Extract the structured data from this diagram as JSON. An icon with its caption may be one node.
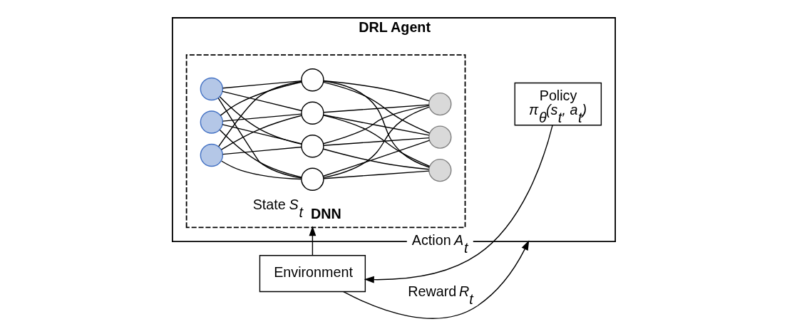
{
  "diagram": {
    "nodes": [
      {
        "text": [
          "DRL Agent"
        ]
      },
      {
        "text": [
          "DNN"
        ],
        "in": 0
      },
      {
        "text": [],
        "shape": "circle",
        "in": 1
      },
      {
        "text": [],
        "shape": "circle",
        "in": 1
      },
      {
        "text": [],
        "shape": "circle",
        "in": 1
      },
      {
        "text": [],
        "shape": "circle",
        "in": 1
      },
      {
        "text": [],
        "shape": "circle",
        "in": 1
      },
      {
        "text": [],
        "shape": "circle",
        "in": 1
      },
      {
        "text": [],
        "shape": "circle",
        "in": 1
      },
      {
        "text": [],
        "shape": "circle",
        "in": 1
      },
      {
        "text": [],
        "shape": "circle",
        "in": 1
      },
      {
        "text": [],
        "shape": "circle",
        "in": 1
      },
      {
        "text": [
          "Policy",
          "*π$_{θ}$(s$_{t}$, a$_{t}$)*"
        ],
        "in": 0
      },
      {
        "text": [
          "Environment"
        ]
      }
    ],
    "edges": [
      {
        "from": 13,
        "to": 1,
        "arrow": "to",
        "label": "State *S$_{t}$*"
      },
      {
        "from": 12,
        "to": 13,
        "arrow": "to",
        "label": "Action *A$_{t}$*"
      },
      {
        "from": 13,
        "to": 0,
        "arrow": "to",
        "label": "Reward *R$_{t}$*"
      },
      {
        "from": 2,
        "to": 5,
        "arrow": "none"
      },
      {
        "from": 2,
        "to": 6,
        "arrow": "none"
      },
      {
        "from": 2,
        "to": 7,
        "arrow": "none"
      },
      {
        "from": 2,
        "to": 8,
        "arrow": "none"
      },
      {
        "from": 3,
        "to": 5,
        "arrow": "none"
      },
      {
        "from": 3,
        "to": 6,
        "arrow": "none"
      },
      {
        "from": 3,
        "to": 7,
        "arrow": "none"
      },
      {
        "from": 3,
        "to": 8,
        "arrow": "none"
      },
      {
        "from": 4,
        "to": 5,
        "arrow": "none"
      },
      {
        "from": 4,
        "to": 6,
        "arrow": "none"
      },
      {
        "from": 4,
        "to": 7,
        "arrow": "none"
      },
      {
        "from": 4,
        "to": 8,
        "arrow": "none"
      },
      {
        "from": 5,
        "to": 9,
        "arrow": "none"
      },
      {
        "from": 5,
        "to": 10,
        "arrow": "none"
      },
      {
        "from": 5,
        "to": 11,
        "arrow": "none"
      },
      {
        "from": 6,
        "to": 9,
        "arrow": "none"
      },
      {
        "from": 6,
        "to": 10,
        "arrow": "none"
      },
      {
        "from": 6,
        "to": 11,
        "arrow": "none"
      },
      {
        "from": 7,
        "to": 9,
        "arrow": "none"
      },
      {
        "from": 7,
        "to": 10,
        "arrow": "none"
      },
      {
        "from": 7,
        "to": 11,
        "arrow": "none"
      },
      {
        "from": 8,
        "to": 9,
        "arrow": "none"
      },
      {
        "from": 8,
        "to": 10,
        "arrow": "none"
      },
      {
        "from": 8,
        "to": 11,
        "arrow": "none"
      }
    ]
  }
}
